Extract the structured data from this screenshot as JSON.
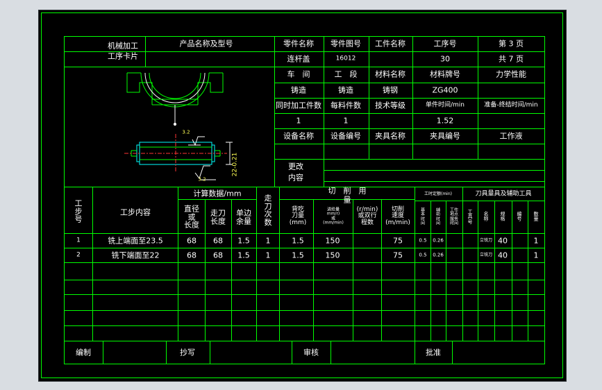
{
  "card": {
    "title_line1": "机械加工",
    "title_line2": "工序卡片",
    "product_label": "产品名称及型号",
    "part_name_label": "零件名称",
    "part_name": "连杆盖",
    "part_drawing_label": "零件图号",
    "part_drawing": "16012",
    "operation_name_label": "工件名称",
    "operation_no_label": "工序号",
    "operation_no": "30",
    "page_label": "第 3 页",
    "total_label": "共 7 页"
  },
  "info": {
    "workshop": "车　间",
    "section": "工　段",
    "material_name_label": "材料名称",
    "material_grade_label": "材料牌号",
    "mechanical_label": "力学性能",
    "workshop_val": "铸造",
    "section_val": "铸造",
    "material_name": "铸钢",
    "material_grade": "ZG400",
    "simul_label": "同时加工件数",
    "blanks_label": "每料件数",
    "tech_level_label": "技术等级",
    "unit_time_label": "单件时间/min",
    "prep_time_label": "准备-终结时间/min",
    "simul_val": "1",
    "blanks_val": "1",
    "unit_time_val": "1.52",
    "equip_name_label": "设备名称",
    "equip_no_label": "设备编号",
    "fixture_name_label": "夹具名称",
    "fixture_no_label": "夹具编号",
    "coolant_label": "工作液",
    "change_label_1": "更改",
    "change_label_2": "内容"
  },
  "drawing": {
    "dim_r1": "3.2",
    "dim_r2": "3.2",
    "dim_len": "22-0.21"
  },
  "steps": {
    "h_step_no": [
      "工",
      "步",
      "号"
    ],
    "h_step_content": "工步内容",
    "h_calc": "计算数据/mm",
    "h_dia": [
      "直径",
      "或",
      "长度"
    ],
    "h_feed_len": [
      "走刀",
      "长度"
    ],
    "h_allow": [
      "单边",
      "余量"
    ],
    "h_passes": [
      "走",
      "刀",
      "次",
      "数"
    ],
    "h_cut_top": "切　削　用",
    "h_cut_top2": "量",
    "h_depth": [
      "背吃",
      "刀量",
      "(mm)"
    ],
    "h_feed": [
      "进给量",
      "mm/r)",
      "或",
      "(mm/min)"
    ],
    "h_rpm": [
      "(r/min)",
      "或双行",
      "程数"
    ],
    "h_speed": [
      "切削",
      "速度",
      "(m/min)"
    ],
    "h_time": "工时定额(min)",
    "h_basic": [
      "基",
      "本",
      "时",
      "间"
    ],
    "h_aux": [
      "辅",
      "助",
      "时",
      "间"
    ],
    "h_place": [
      "工作",
      "地点",
      "服务",
      "时间"
    ],
    "h_tools": "刀具量具及辅助工具",
    "h_tool_no": [
      "工",
      "具",
      "号"
    ],
    "h_tool_name": [
      "名",
      "称"
    ],
    "h_spec": [
      "规",
      "格"
    ],
    "h_code": [
      "编",
      "号"
    ],
    "h_qty": [
      "数",
      "量"
    ],
    "rows": [
      {
        "no": "1",
        "content": "铣上端面至23.5",
        "dia": "68",
        "len": "68",
        "allow": "1.5",
        "passes": "1",
        "depth": "1.5",
        "feed": "150",
        "rpm": "",
        "speed": "75",
        "basic": "0.5",
        "aux": "0.26",
        "place": "",
        "tool_no": "",
        "tool_name": "立铣刀",
        "spec": "40",
        "code": "",
        "qty": "1"
      },
      {
        "no": "2",
        "content": "铣下端面至22",
        "dia": "68",
        "len": "68",
        "allow": "1.5",
        "passes": "1",
        "depth": "1.5",
        "feed": "150",
        "rpm": "",
        "speed": "75",
        "basic": "0.5",
        "aux": "0.26",
        "place": "",
        "tool_no": "",
        "tool_name": "立铣刀",
        "spec": "40",
        "code": "",
        "qty": "1"
      }
    ]
  },
  "footer": {
    "author": "编制",
    "copy": "抄写",
    "review": "审核",
    "approve": "批准"
  },
  "colors": {
    "background": "#000000",
    "line": "#00ff00",
    "text": "#ffffff",
    "dimension": "#ffff55",
    "centerline": "#ff3333",
    "part_outline": "#00ffff"
  }
}
